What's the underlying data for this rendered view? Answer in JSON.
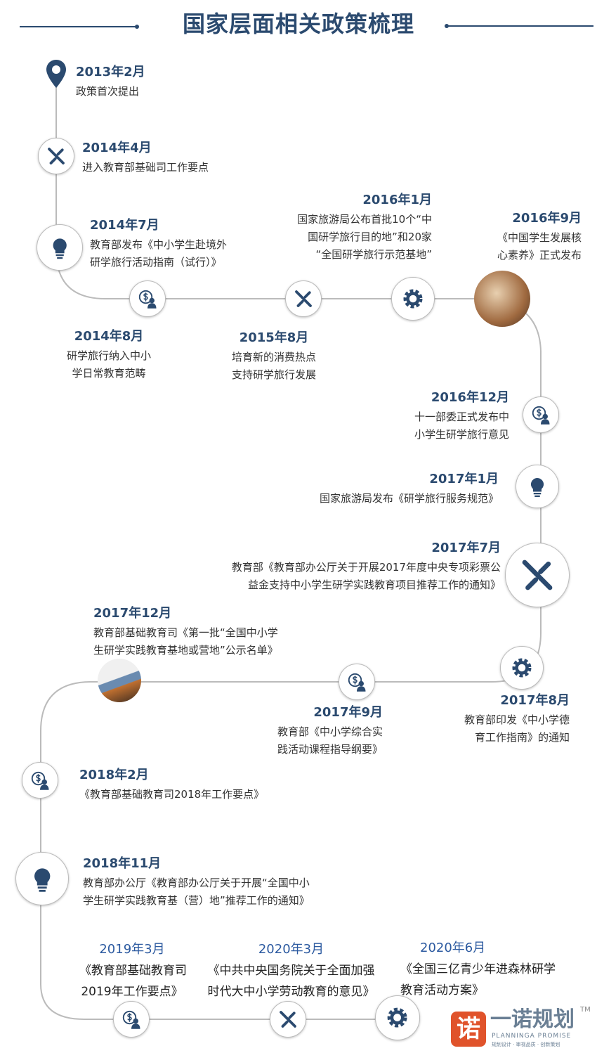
{
  "title": "国家层面相关政策梳理",
  "events": [
    {
      "date": "2013年2月",
      "desc": [
        "政策首次提出"
      ],
      "icon": "map-pin-icon"
    },
    {
      "date": "2014年4月",
      "desc": [
        "进入教育部基础司工作要点"
      ],
      "icon": "tools-icon"
    },
    {
      "date": "2014年7月",
      "desc": [
        "教育部发布《中小学生赴境外",
        "研学旅行活动指南（试行）》"
      ],
      "icon": "lightbulb-icon"
    },
    {
      "date": "2014年8月",
      "desc": [
        "研学旅行纳入中小",
        "学日常教育范畴"
      ],
      "icon": "money-person-icon"
    },
    {
      "date": "2015年8月",
      "desc": [
        "培育新的消费热点",
        "支持研学旅行发展"
      ],
      "icon": "tools-icon"
    },
    {
      "date": "2016年1月",
      "desc": [
        "国家旅游局公布首批10个“中",
        "国研学旅行目的地”和20家",
        "“全国研学旅行示范基地”"
      ],
      "icon": "gear-icon"
    },
    {
      "date": "2016年9月",
      "desc": [
        "《中国学生发展核",
        "心素养》正式发布"
      ],
      "icon": "photo"
    },
    {
      "date": "2016年12月",
      "desc": [
        "十一部委正式发布中",
        "小学生研学旅行意见"
      ],
      "icon": "money-person-icon"
    },
    {
      "date": "2017年1月",
      "desc": [
        "国家旅游局发布《研学旅行服务规范》"
      ],
      "icon": "lightbulb-icon"
    },
    {
      "date": "2017年7月",
      "desc": [
        "教育部《教育部办公厅关于开展2017年度中央专项彩票公",
        "益金支持中小学生研学实践教育项目推荐工作的通知》"
      ],
      "icon": "tools-icon"
    },
    {
      "date": "2017年8月",
      "desc": [
        "教育部印发《中小学德",
        "育工作指南》的通知"
      ],
      "icon": "gear-icon"
    },
    {
      "date": "2017年9月",
      "desc": [
        "教育部《中小学综合实",
        "践活动课程指导纲要》"
      ],
      "icon": "money-person-icon"
    },
    {
      "date": "2017年12月",
      "desc": [
        "教育部基础教育司《第一批“全国中小学",
        "生研学实践教育基地或营地”公示名单》"
      ],
      "icon": "photo"
    },
    {
      "date": "2018年2月",
      "desc": [
        "《教育部基础教育司2018年工作要点》"
      ],
      "icon": "money-person-icon"
    },
    {
      "date": "2018年11月",
      "desc": [
        "教育部办公厅《教育部办公厅关于开展“全国中小",
        "学生研学实践教育基（营）地”推荐工作的通知》"
      ],
      "icon": "lightbulb-icon"
    },
    {
      "date": "2019年3月",
      "desc": [
        "《教育部基础教育司",
        "2019年工作要点》"
      ],
      "icon": "money-person-icon"
    },
    {
      "date": "2020年3月",
      "desc": [
        "《中共中央国务院关于全面加强",
        "时代大中小学劳动教育的意见》"
      ],
      "icon": "tools-icon"
    },
    {
      "date": "2020年6月",
      "desc": [
        "《全国三亿青少年进森林研学",
        "教育活动方案》"
      ],
      "icon": "gear-icon"
    }
  ],
  "logo": {
    "mark": "诺",
    "name": "一诺规划",
    "english": "PLANNINGA PROMISE",
    "tagline": "规划设计 · 审视品质 · 创新策划",
    "tm": "TM"
  },
  "colors": {
    "primary": "#2b4a6f",
    "accent": "#2c5aa0",
    "logo": "#e0532b"
  }
}
